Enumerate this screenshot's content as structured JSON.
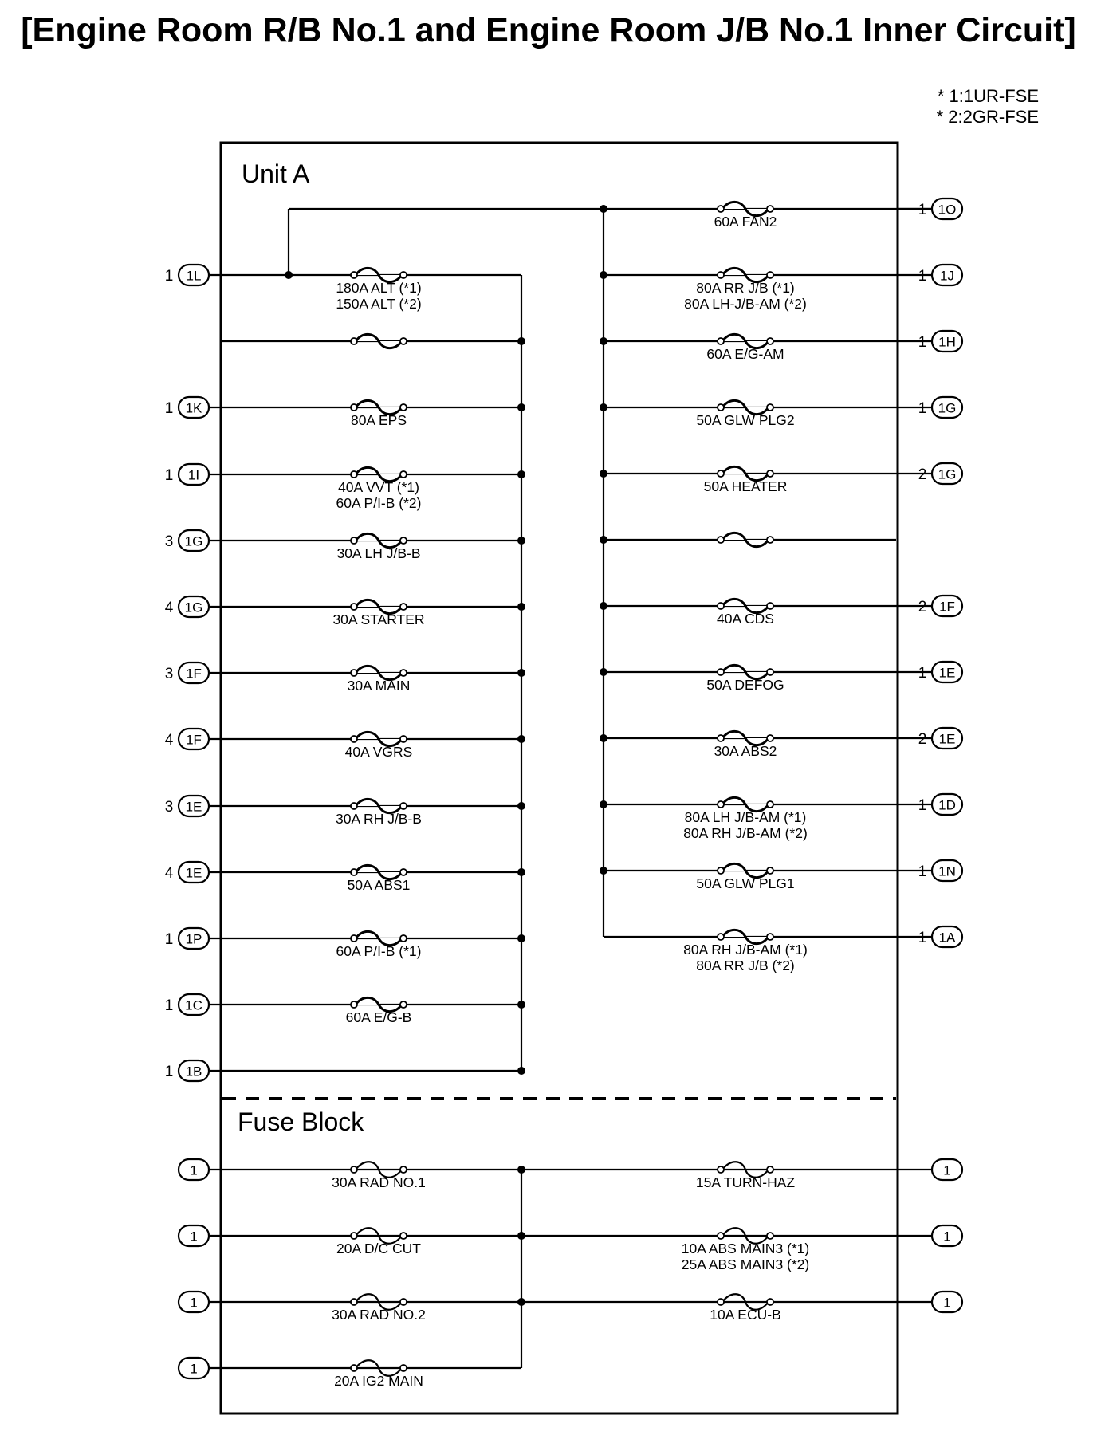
{
  "title": "[Engine Room R/B No.1 and Engine Room J/B No.1 Inner Circuit]",
  "notes": [
    "* 1:1UR-FSE",
    "* 2:2GR-FSE"
  ],
  "sections": {
    "unit_a": "Unit A",
    "fuse_block": "Fuse Block"
  },
  "unit_a_left": [
    {
      "pin": "1",
      "connector": "1L",
      "fuse": [
        "180A ALT (*1)",
        "150A ALT (*2)"
      ]
    },
    {
      "pin": "",
      "connector": "",
      "fuse": []
    },
    {
      "pin": "1",
      "connector": "1K",
      "fuse": [
        "80A EPS"
      ]
    },
    {
      "pin": "1",
      "connector": "1I",
      "fuse": [
        "40A VVT (*1)",
        "60A P/I-B (*2)"
      ]
    },
    {
      "pin": "3",
      "connector": "1G",
      "fuse": [
        "30A LH J/B-B"
      ]
    },
    {
      "pin": "4",
      "connector": "1G",
      "fuse": [
        "30A STARTER"
      ]
    },
    {
      "pin": "3",
      "connector": "1F",
      "fuse": [
        "30A MAIN"
      ]
    },
    {
      "pin": "4",
      "connector": "1F",
      "fuse": [
        "40A VGRS"
      ]
    },
    {
      "pin": "3",
      "connector": "1E",
      "fuse": [
        "30A RH J/B-B"
      ]
    },
    {
      "pin": "4",
      "connector": "1E",
      "fuse": [
        "50A ABS1"
      ]
    },
    {
      "pin": "1",
      "connector": "1P",
      "fuse": [
        "60A P/I-B (*1)"
      ]
    },
    {
      "pin": "1",
      "connector": "1C",
      "fuse": [
        "60A E/G-B"
      ]
    },
    {
      "pin": "1",
      "connector": "1B",
      "fuse": []
    }
  ],
  "unit_a_right": [
    {
      "pin": "1",
      "connector": "1O",
      "fuse": [
        "60A FAN2"
      ]
    },
    {
      "pin": "1",
      "connector": "1J",
      "fuse": [
        "80A RR J/B (*1)",
        "80A LH-J/B-AM (*2)"
      ]
    },
    {
      "pin": "1",
      "connector": "1H",
      "fuse": [
        "60A E/G-AM"
      ]
    },
    {
      "pin": "1",
      "connector": "1G",
      "fuse": [
        "50A GLW PLG2"
      ]
    },
    {
      "pin": "2",
      "connector": "1G",
      "fuse": [
        "50A HEATER"
      ]
    },
    {
      "pin": "",
      "connector": "",
      "fuse": []
    },
    {
      "pin": "2",
      "connector": "1F",
      "fuse": [
        "40A CDS"
      ]
    },
    {
      "pin": "1",
      "connector": "1E",
      "fuse": [
        "50A DEFOG"
      ]
    },
    {
      "pin": "2",
      "connector": "1E",
      "fuse": [
        "30A ABS2"
      ]
    },
    {
      "pin": "1",
      "connector": "1D",
      "fuse": [
        "80A LH J/B-AM (*1)",
        "80A RH J/B-AM (*2)"
      ]
    },
    {
      "pin": "1",
      "connector": "1N",
      "fuse": [
        "50A GLW PLG1"
      ]
    },
    {
      "pin": "1",
      "connector": "1A",
      "fuse": [
        "80A RH J/B-AM (*1)",
        "80A RR J/B (*2)"
      ]
    }
  ],
  "fuse_block_left": [
    {
      "connector": "1",
      "fuse": [
        "30A RAD NO.1"
      ]
    },
    {
      "connector": "1",
      "fuse": [
        "20A D/C CUT"
      ]
    },
    {
      "connector": "1",
      "fuse": [
        "30A RAD NO.2"
      ]
    },
    {
      "connector": "1",
      "fuse": [
        "20A IG2 MAIN"
      ]
    }
  ],
  "fuse_block_right": [
    {
      "connector": "1",
      "fuse": [
        "15A TURN-HAZ"
      ]
    },
    {
      "connector": "1",
      "fuse": [
        "10A ABS MAIN3 (*1)",
        "25A ABS MAIN3 (*2)"
      ]
    },
    {
      "connector": "1",
      "fuse": [
        "10A ECU-B"
      ]
    }
  ]
}
